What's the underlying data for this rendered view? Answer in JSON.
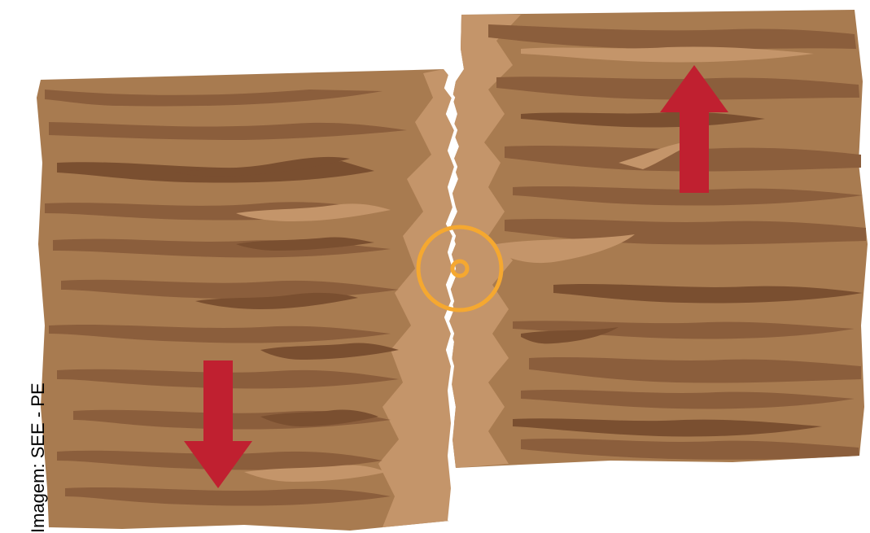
{
  "credit": "Imagem: SEE - PE",
  "colors": {
    "rock_dark": "#8b5e3c",
    "rock_mid": "#a87b50",
    "rock_light": "#c4956a",
    "rock_deep": "#7a4f30",
    "arrow": "#c02030",
    "focus": "#f5a830"
  },
  "left_block_arrow": "down",
  "right_block_arrow": "up"
}
